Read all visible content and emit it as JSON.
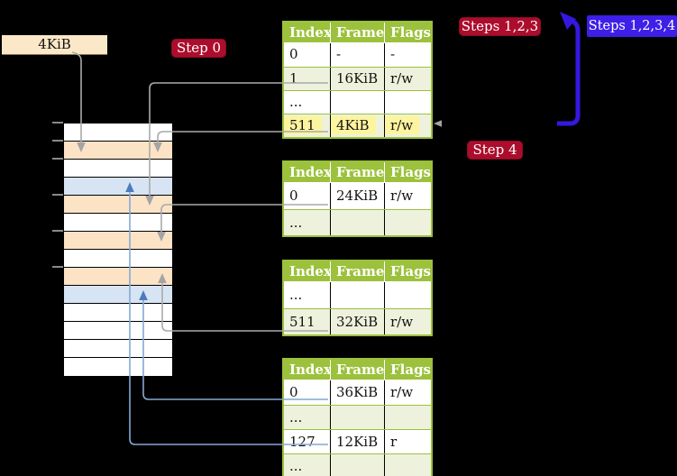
{
  "labels": {
    "frame_size": "4KiB"
  },
  "badges": {
    "step0": {
      "label": "Step 0",
      "color": "#AC0D2D"
    },
    "steps123": {
      "label": "Steps 1,2,3",
      "color": "#AC0D2D"
    },
    "steps1234": {
      "label": "Steps 1,2,3,4",
      "color": "#3D1FE8"
    },
    "step4": {
      "label": "Step 4",
      "color": "#AC0D2D"
    }
  },
  "tables": [
    {
      "headers": [
        "Index",
        "Frame",
        "Flags"
      ],
      "rows": [
        {
          "cells": [
            "0",
            "-",
            "-"
          ]
        },
        {
          "cells": [
            "1",
            "16KiB",
            "r/w"
          ]
        },
        {
          "cells": [
            "...",
            "",
            ""
          ]
        },
        {
          "cells": [
            "511",
            "4KiB",
            "r/w"
          ],
          "highlighted": true
        }
      ]
    },
    {
      "headers": [
        "Index",
        "Frame",
        "Flags"
      ],
      "rows": [
        {
          "cells": [
            "0",
            "24KiB",
            "r/w"
          ]
        },
        {
          "cells": [
            "...",
            "",
            ""
          ]
        }
      ]
    },
    {
      "headers": [
        "Index",
        "Frame",
        "Flags"
      ],
      "rows": [
        {
          "cells": [
            "...",
            "",
            ""
          ]
        },
        {
          "cells": [
            "511",
            "32KiB",
            "r/w"
          ]
        }
      ]
    },
    {
      "headers": [
        "Index",
        "Frame",
        "Flags"
      ],
      "rows": [
        {
          "cells": [
            "0",
            "36KiB",
            "r/w"
          ]
        },
        {
          "cells": [
            "...",
            "",
            ""
          ]
        },
        {
          "cells": [
            "127",
            "12KiB",
            "r"
          ]
        },
        {
          "cells": [
            "...",
            "",
            ""
          ]
        }
      ]
    }
  ],
  "memory": {
    "rows": [
      "white",
      "peach",
      "white",
      "blue",
      "peach",
      "white",
      "peach",
      "white",
      "peach",
      "blue",
      "white",
      "white",
      "white",
      "white"
    ]
  },
  "colors": {
    "table_header_green": "#9CC13C",
    "table_row_alt_green": "#EEF2DD",
    "highlight_yellow": "#FCF49F",
    "badge_red": "#AC0D2D",
    "badge_blue": "#3D1FE8",
    "thick_arrow_blue": "#3418DF",
    "thin_arrow_blue": "#84A8D4",
    "thin_arrow_blue_head": "#4C7CBE",
    "arrow_gray": "#AAAAAA",
    "frame_peach": "#FCE3C5",
    "frame_blue": "#D7E4F3",
    "label_cream": "#FAE8C8"
  }
}
